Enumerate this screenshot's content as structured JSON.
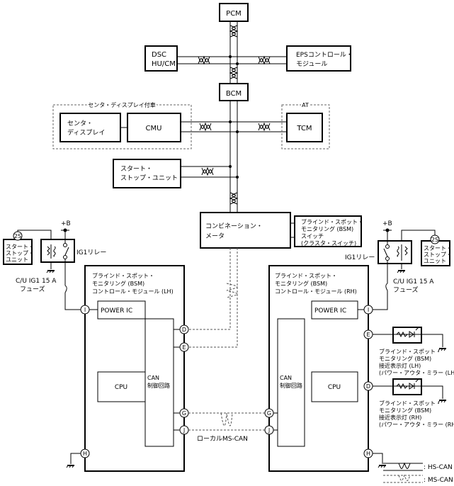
{
  "modules": {
    "pcm": "PCM",
    "dsc": [
      "DSC",
      "HU/CM"
    ],
    "eps": [
      "EPSコントロール・",
      "モジュール"
    ],
    "bcm": "BCM",
    "center_display_group": "センタ・ディスプレイ付車",
    "center_display": [
      "センタ・",
      "ディスプレイ"
    ],
    "cmu": "CMU",
    "at_group": "AT",
    "tcm": "TCM",
    "start_stop_unit": [
      "スタート・",
      "ストップ・ユニット"
    ],
    "combination_meter": [
      "コンビネーション・",
      "メータ"
    ],
    "bsm_switch": [
      "ブラインド・スポット・",
      "モニタリング (BSM)",
      "スイッチ",
      "(クラスタ・スイッチ)"
    ]
  },
  "lh": {
    "plus_b": "+B",
    "connector_2s": "2S",
    "start_stop_unit": [
      "スタート・",
      "ストップ・",
      "ユニット"
    ],
    "relay": "IG1リレー",
    "fuse": [
      "C/U IG1 15 A",
      "フューズ"
    ],
    "module_title": [
      "ブラインド・スポット・",
      "モニタリング (BSM)",
      "コントロール・モジュール (LH)"
    ],
    "power_ic": "POWER IC",
    "cpu": "CPU",
    "can": [
      "CAN",
      "制御回路"
    ],
    "pins": {
      "i": "I",
      "d": "D",
      "e": "E",
      "g": "G",
      "j": "J",
      "h": "H"
    }
  },
  "rh": {
    "plus_b": "+B",
    "connector_2s": "2S",
    "start_stop_unit": [
      "スタート・",
      "ストップ・",
      "ユニット"
    ],
    "relay": "IG1リレー",
    "fuse": [
      "C/U IG1 15 A",
      "フューズ"
    ],
    "module_title": [
      "ブラインド・スポット・",
      "モニタリング (BSM)",
      "コントロール・モジュール (RH)"
    ],
    "power_ic": "POWER IC",
    "cpu": "CPU",
    "can": [
      "CAN",
      "制御回路"
    ],
    "pins": {
      "i": "I",
      "e": "E",
      "d": "D",
      "g": "G",
      "j": "J",
      "h": "H"
    },
    "indicator_lh": [
      "ブラインド・スポット・",
      "モニタリング (BSM)",
      "接近表示灯 (LH)",
      "(パワー・アウタ・ミラー (LH))"
    ],
    "indicator_rh": [
      "ブラインド・スポット・",
      "モニタリング (BSM)",
      "接近表示灯 (RH)",
      "(パワー・アウタ・ミラー (RH))"
    ]
  },
  "local_ms_can": "ローカルMS-CAN",
  "legend": {
    "hs_can": ": HS-CAN",
    "ms_can": ": MS-CAN"
  }
}
